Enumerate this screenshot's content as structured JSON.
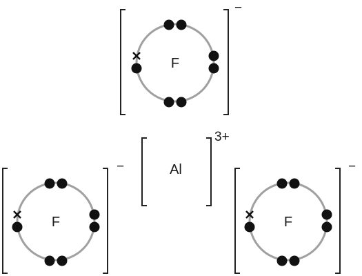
{
  "ions": [
    {
      "symbol": "F",
      "charge": "−"
    },
    {
      "symbol": "Al",
      "charge": "3+"
    },
    {
      "symbol": "F",
      "charge": "−"
    },
    {
      "symbol": "F",
      "charge": "−"
    }
  ],
  "colors": {
    "shell": "#a0a0a0",
    "electron": "#111111",
    "bracket": "#222222",
    "text": "#1a1a1a"
  },
  "electron_marks": {
    "dot": "filled-circle",
    "transferred": "cross"
  }
}
